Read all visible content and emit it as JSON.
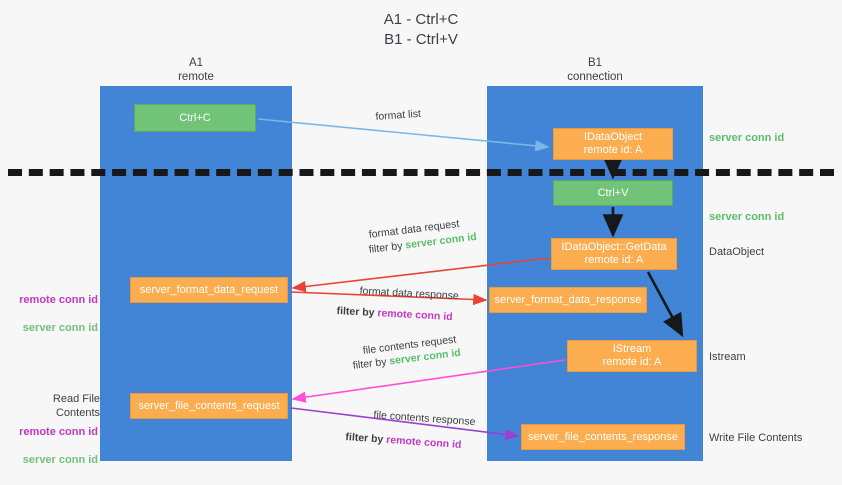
{
  "title": "A1 - Ctrl+C\nB1 - Ctrl+V",
  "lanes": [
    {
      "name": "A1",
      "sub": "remote",
      "label": "A1\nremote"
    },
    {
      "name": "B1",
      "sub": "connection",
      "label": "B1\nconnection"
    }
  ],
  "colors": {
    "lane": "#4285d6",
    "green_box": "#71c477",
    "orange_box": "#fbad4f",
    "server_conn_id": "#5bbd68",
    "remote_conn_id": "#c238c2",
    "arrow_blue": "#7ab6e8",
    "arrow_red": "#ea4335",
    "arrow_pink": "#ff4fd8",
    "arrow_purple": "#9b3fd0",
    "arrow_black": "#16181c",
    "divider": "#16181c",
    "background": "#f7f7f7"
  },
  "boxes": {
    "ctrl_c": "Ctrl+C",
    "idataobject": "IDataObject\nremote id: A",
    "ctrl_v": "Ctrl+V",
    "getdata": "IDataObject::GetData\nremote id: A",
    "istream": "IStream\nremote id: A",
    "server_format_data_request": "server_format_data_request",
    "server_format_data_response": "server_format_data_response",
    "server_file_contents_request": "server_file_contents_request",
    "server_file_contents_response": "server_file_contents_response"
  },
  "arrow_labels": {
    "format_list": "format list",
    "format_data_request": "format data request",
    "format_data_request_filter_prefix": "filter by ",
    "format_data_request_filter_key": "server conn id",
    "format_data_response": "format data response",
    "format_data_response_filter_prefix": "filter by ",
    "format_data_response_filter_key": "remote conn id",
    "file_contents_request": "file contents request",
    "file_contents_request_filter_prefix": "filter by ",
    "file_contents_request_filter_key": "server conn id",
    "file_contents_response": "file contents response",
    "file_contents_response_filter_prefix": "filter by ",
    "file_contents_response_filter_key": "remote conn id"
  },
  "annotations": {
    "server_conn_id_top": "server conn id",
    "server_conn_id_mid": "server conn id",
    "dataobject": "DataObject",
    "istream": "Istream",
    "write_file_contents": "Write File Contents",
    "read_file_contents": "Read File Contents",
    "remote_conn_id": "remote conn id",
    "server_conn_id": "server conn id"
  }
}
